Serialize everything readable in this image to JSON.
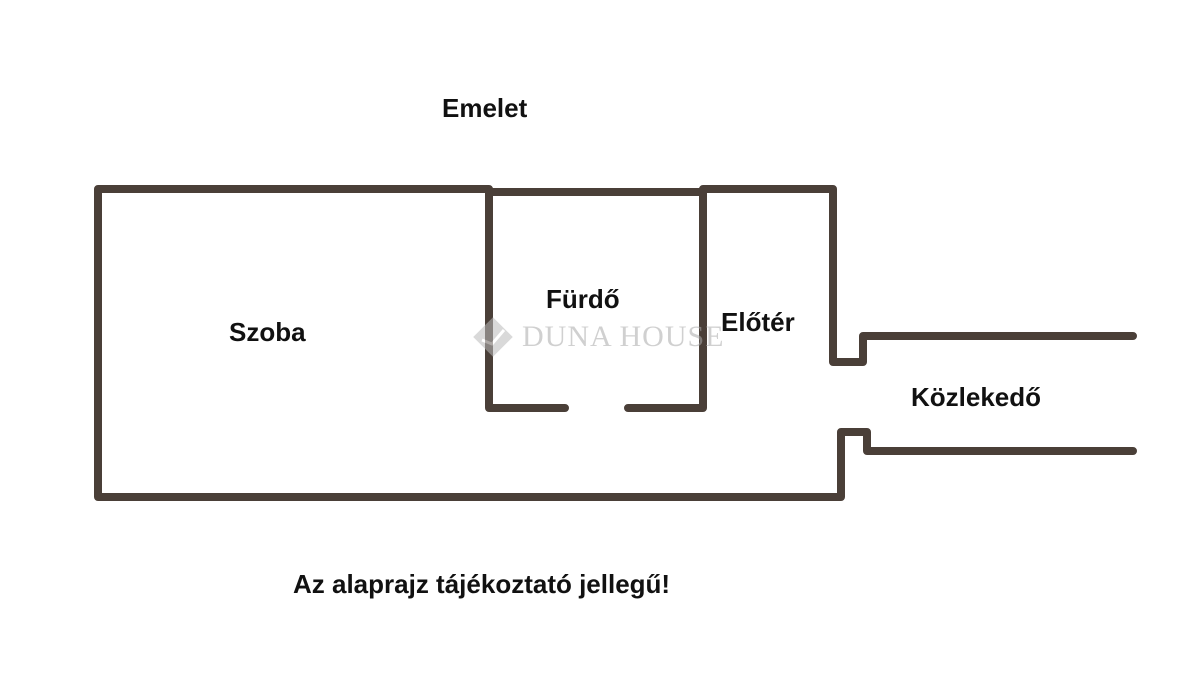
{
  "title": "Emelet",
  "rooms": {
    "szoba": "Szoba",
    "furdo": "Fürdő",
    "eloter": "Előtér",
    "kozlekedo": "Közlekedő"
  },
  "watermark": "DUNA HOUSE",
  "disclaimer": "Az alaprajz tájékoztató jellegű!",
  "colors": {
    "wall": "#4a3f38"
  }
}
